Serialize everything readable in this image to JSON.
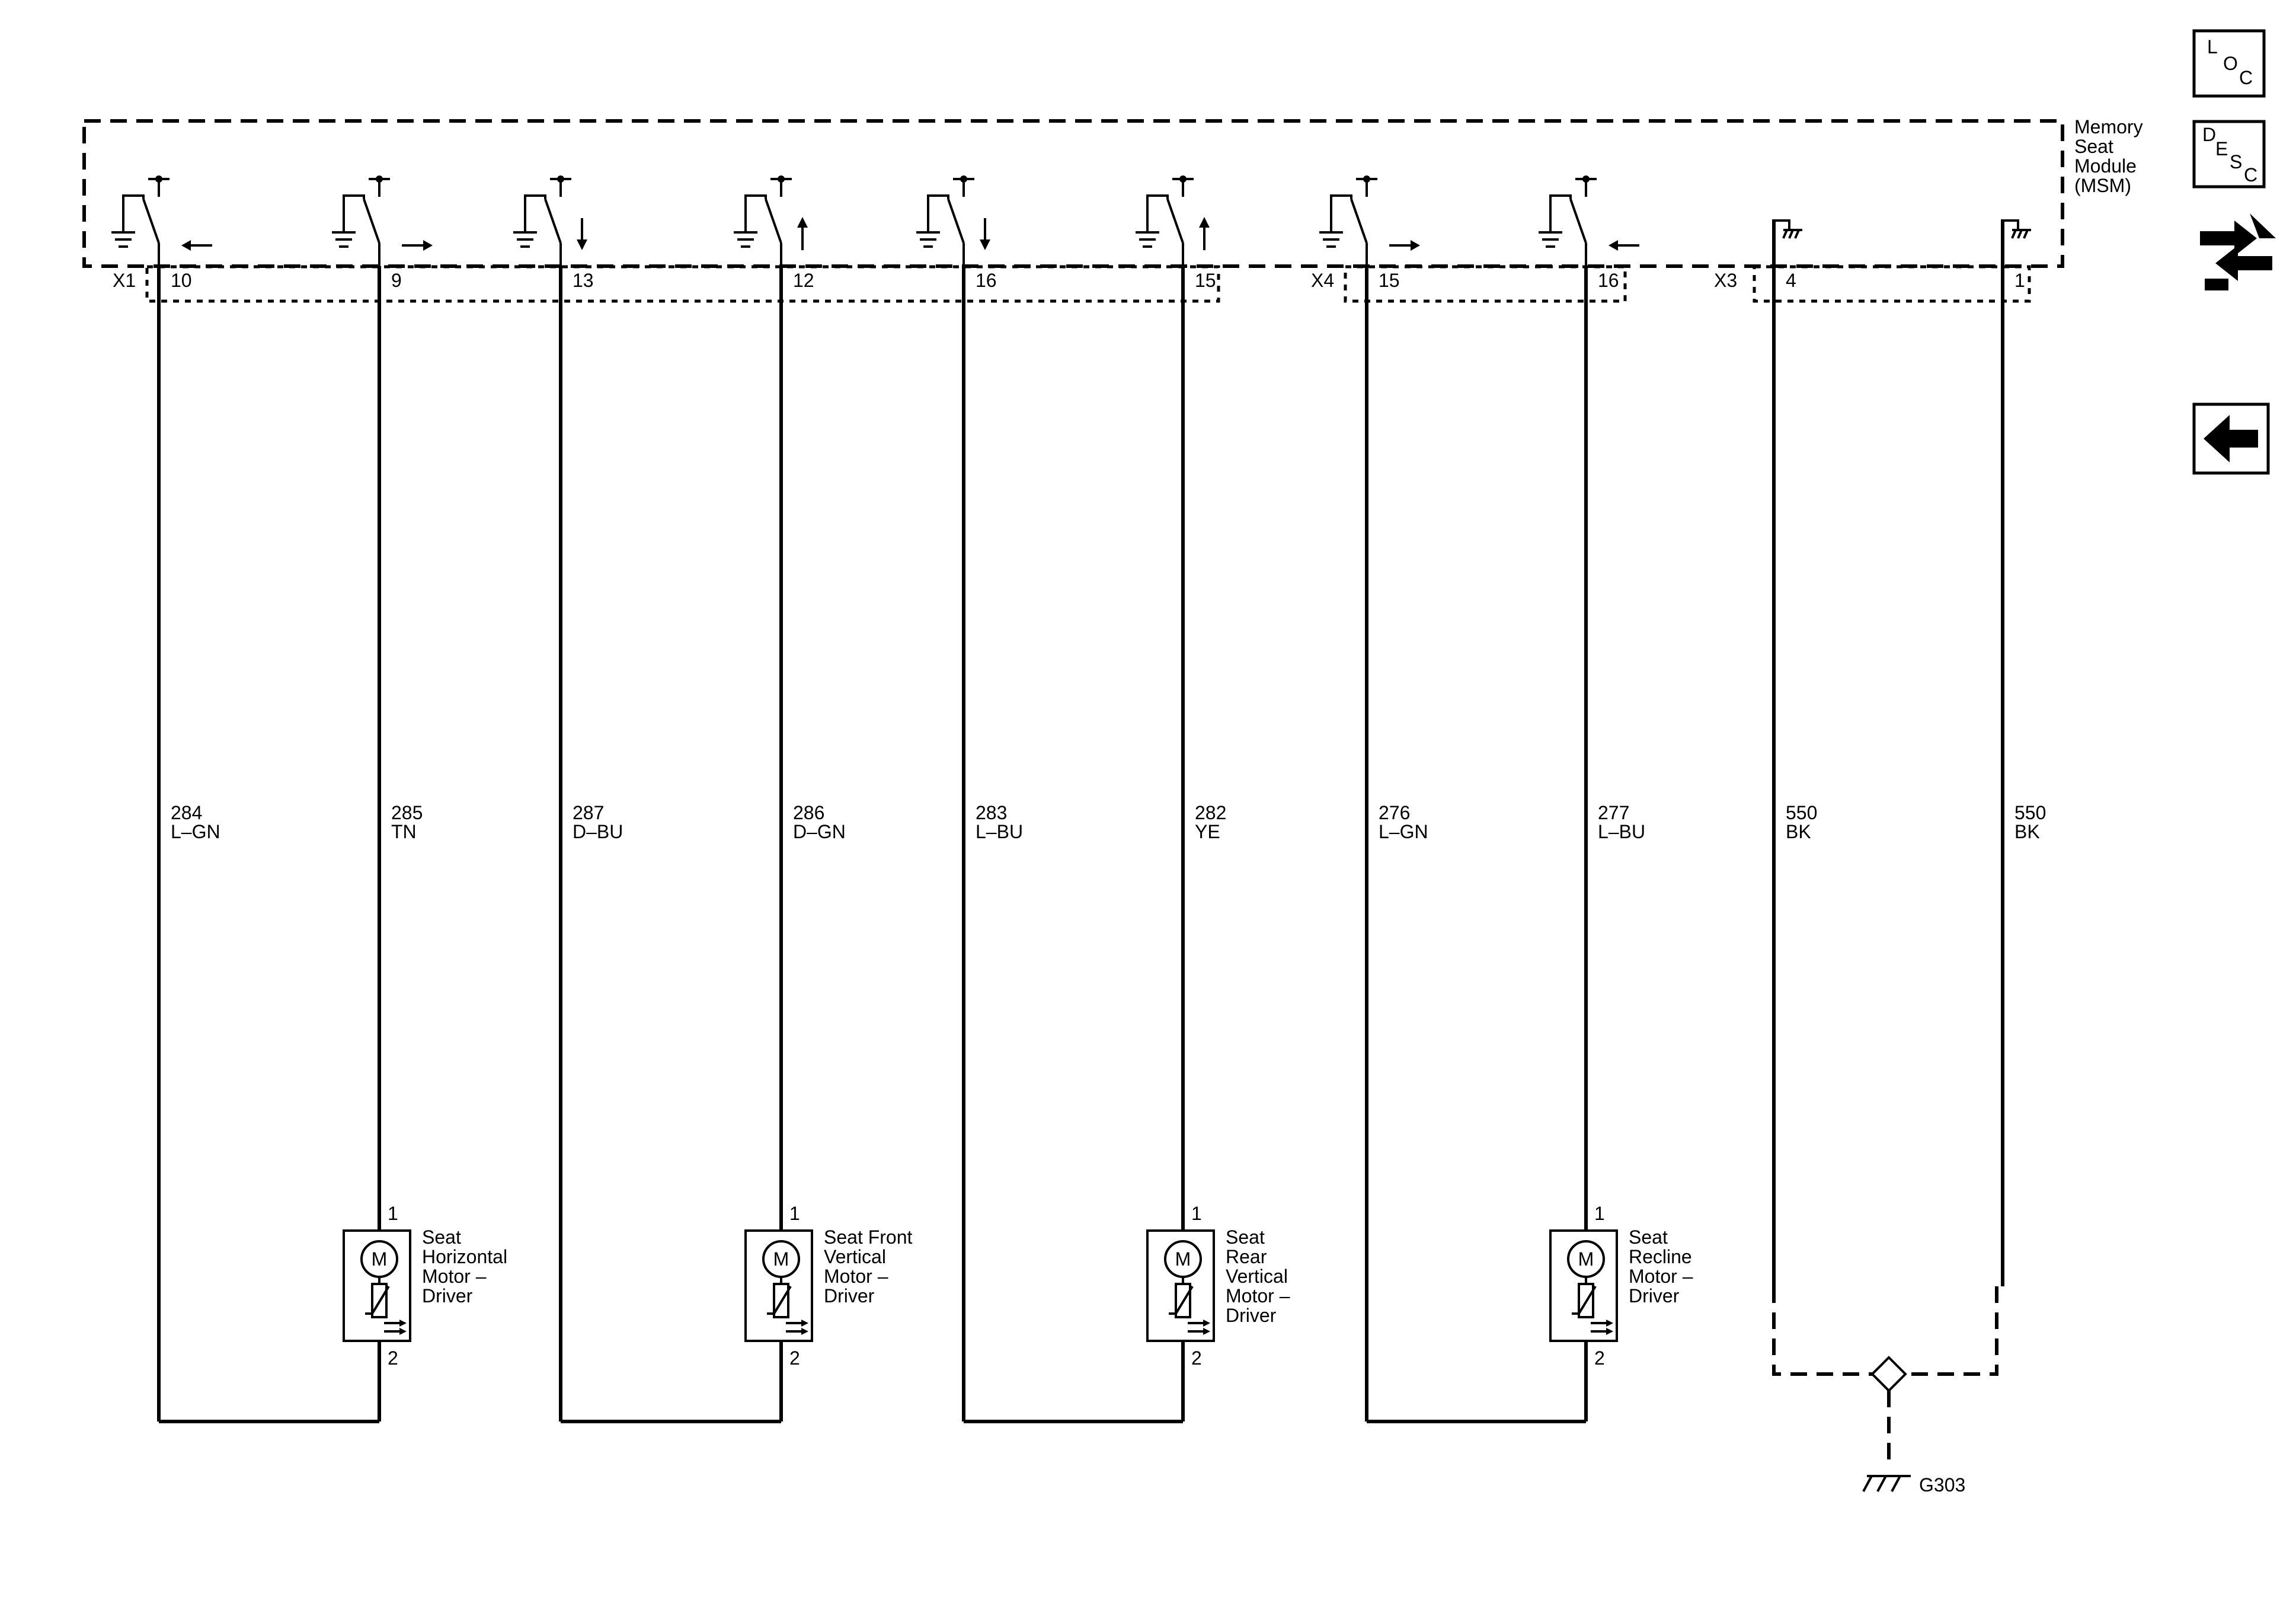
{
  "module": {
    "name_lines": [
      "Memory",
      "Seat",
      "Module",
      "(MSM)"
    ]
  },
  "connectors": [
    "X1",
    "X4",
    "X3"
  ],
  "circuits": [
    {
      "pin": "10",
      "circuit": "284",
      "color": "L–GN"
    },
    {
      "pin": "9",
      "circuit": "285",
      "color": "TN"
    },
    {
      "pin": "13",
      "circuit": "287",
      "color": "D–BU"
    },
    {
      "pin": "12",
      "circuit": "286",
      "color": "D–GN"
    },
    {
      "pin": "16",
      "circuit": "283",
      "color": "L–BU"
    },
    {
      "pin": "15",
      "circuit": "282",
      "color": "YE"
    },
    {
      "pin": "15",
      "circuit": "276",
      "color": "L–GN"
    },
    {
      "pin": "16",
      "circuit": "277",
      "color": "L–BU"
    },
    {
      "pin": "4",
      "circuit": "550",
      "color": "BK"
    },
    {
      "pin": "1",
      "circuit": "550",
      "color": "BK"
    }
  ],
  "motors": [
    {
      "name_lines": [
        "Seat",
        "Horizontal",
        "Motor –",
        "Driver"
      ],
      "pin_top": "1",
      "pin_bottom": "2",
      "symbol": "M"
    },
    {
      "name_lines": [
        "Seat Front",
        "Vertical",
        "Motor –",
        "Driver"
      ],
      "pin_top": "1",
      "pin_bottom": "2",
      "symbol": "M"
    },
    {
      "name_lines": [
        "Seat",
        "Rear",
        "Vertical",
        "Motor –",
        "Driver"
      ],
      "pin_top": "1",
      "pin_bottom": "2",
      "symbol": "M"
    },
    {
      "name_lines": [
        "Seat",
        "Recline",
        "Motor –",
        "Driver"
      ],
      "pin_top": "1",
      "pin_bottom": "2",
      "symbol": "M"
    }
  ],
  "ground": {
    "label": "G303"
  },
  "nav": {
    "loc": [
      "L",
      "O",
      "C"
    ],
    "desc": [
      "D",
      "E",
      "S",
      "C"
    ],
    "icons": [
      "connector-icon",
      "back-arrow-icon"
    ]
  }
}
